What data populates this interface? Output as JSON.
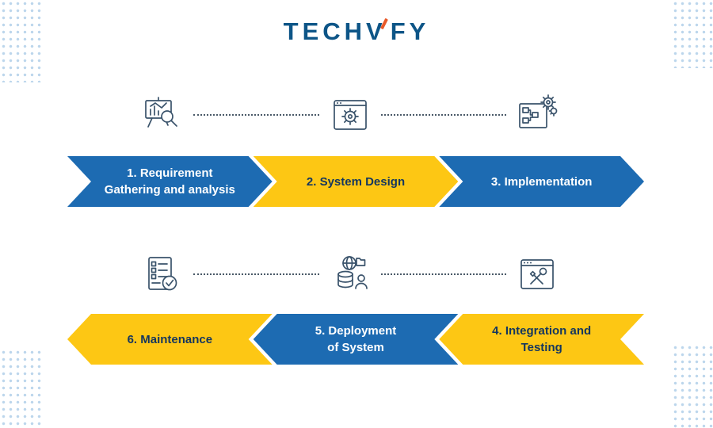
{
  "logo": {
    "text_left": "TECH",
    "text_v": "V",
    "text_right": "FY",
    "brand_color": "#0d5587",
    "accent_color": "#e85a2a"
  },
  "colors": {
    "arrow_blue": "#1d6bb2",
    "arrow_yellow": "#fdc714",
    "text_on_blue": "#ffffff",
    "text_on_yellow": "#14365f",
    "icon_stroke": "#3a536b",
    "connector_dots": "#4a5a68",
    "corner_dots": "#bcd6ec"
  },
  "flow": {
    "row1": {
      "direction": "right",
      "icons": [
        "requirement-analysis-icon",
        "system-design-icon",
        "implementation-icon"
      ],
      "steps": [
        {
          "lines": [
            "1. Requirement",
            "Gathering and analysis"
          ],
          "color": "blue"
        },
        {
          "lines": [
            "2. System Design"
          ],
          "color": "yellow"
        },
        {
          "lines": [
            "3. Implementation"
          ],
          "color": "blue"
        }
      ]
    },
    "row2": {
      "direction": "left",
      "icons": [
        "maintenance-checklist-icon",
        "deployment-icon",
        "integration-testing-icon"
      ],
      "steps": [
        {
          "lines": [
            "6. Maintenance"
          ],
          "color": "yellow"
        },
        {
          "lines": [
            "5. Deployment",
            "of System"
          ],
          "color": "blue"
        },
        {
          "lines": [
            "4. Integration and",
            "Testing"
          ],
          "color": "yellow"
        }
      ]
    }
  }
}
